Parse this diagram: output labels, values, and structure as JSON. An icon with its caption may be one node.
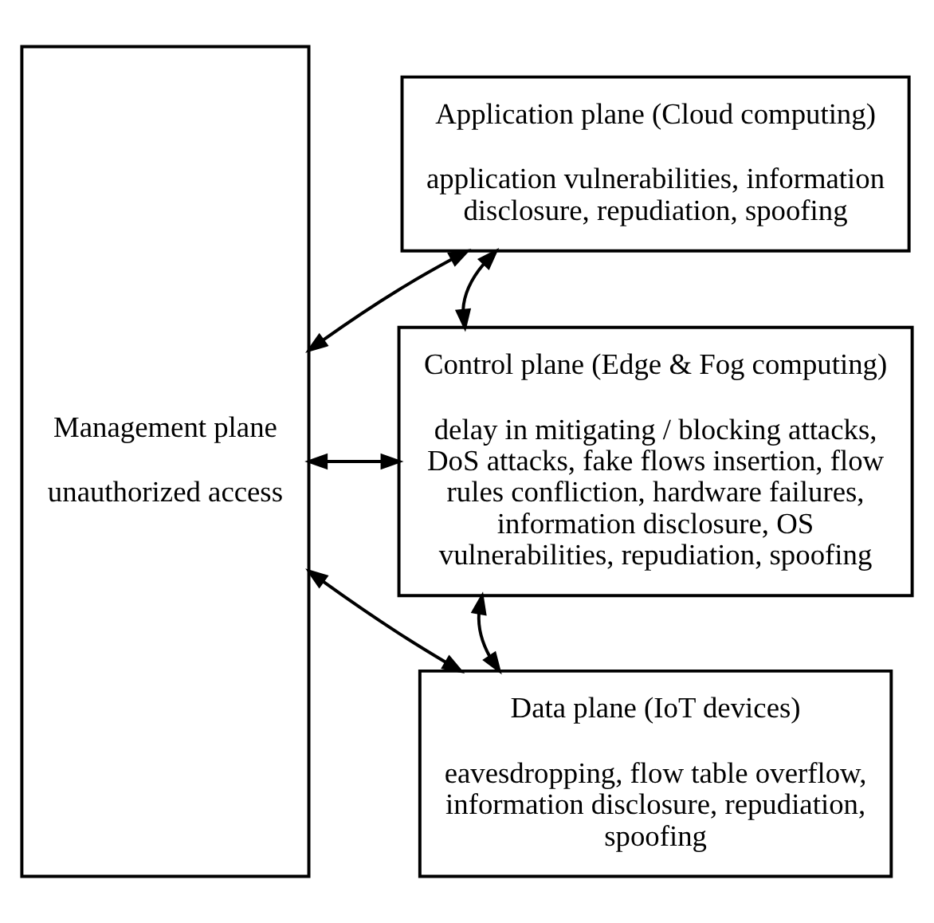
{
  "diagram": {
    "nodes": [
      {
        "text": [
          "Management plane",
          "unauthorized access"
        ]
      },
      {
        "text": [
          "Application plane (Cloud computing)",
          "application vulnerabilities, information disclosure, repudiation, spoofing"
        ]
      },
      {
        "text": [
          "Control plane (Edge & Fog computing)",
          "delay in mitigating / blocking attacks, DoS attacks, fake flows insertion, flow rules confliction, hardware failures, information disclosure, OS vulnerabilities, repudiation, spoofing"
        ]
      },
      {
        "text": [
          "Data plane (IoT devices)",
          "eavesdropping, flow table overflow, information disclosure, repudiation, spoofing"
        ]
      }
    ],
    "edges": [
      {
        "from": 0,
        "to": 1,
        "arrow": "both"
      },
      {
        "from": 1,
        "to": 2,
        "arrow": "both"
      },
      {
        "from": 0,
        "to": 2,
        "arrow": "both"
      },
      {
        "from": 2,
        "to": 3,
        "arrow": "both"
      },
      {
        "from": 0,
        "to": 3,
        "arrow": "both"
      }
    ]
  }
}
